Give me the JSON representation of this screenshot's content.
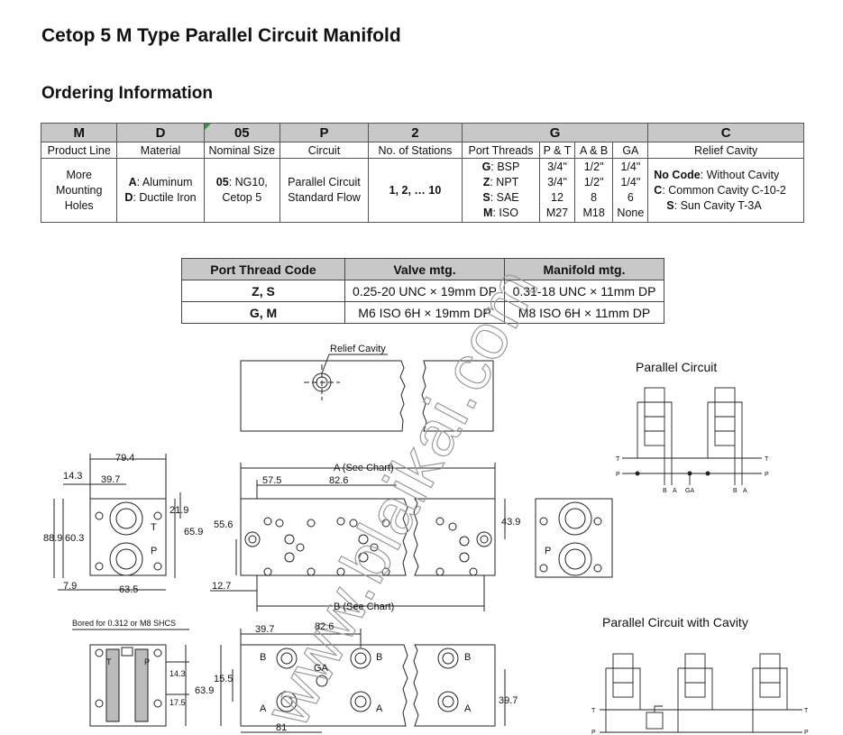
{
  "page": {
    "title": "Cetop 5 M Type Parallel Circuit Manifold",
    "subtitle": "Ordering Information"
  },
  "ordering_table": {
    "codes": [
      "M",
      "D",
      "05",
      "P",
      "2",
      "G",
      "C"
    ],
    "headers": [
      "Product Line",
      "Material",
      "Nominal Size",
      "Circuit",
      "No. of Stations",
      "Port Threads",
      "P & T",
      "A & B",
      "GA",
      "Relief Cavity"
    ],
    "product_line": [
      "More",
      "Mounting",
      "Holes"
    ],
    "material": [
      {
        "code": "A",
        "text": ": Aluminum"
      },
      {
        "code": "D",
        "text": ": Ductile Iron"
      }
    ],
    "nominal_size": [
      {
        "code": "05",
        "text": ": NG10,"
      },
      {
        "code": "",
        "text": "Cetop 5"
      }
    ],
    "circuit": [
      "Parallel Circuit",
      "Standard Flow"
    ],
    "stations": "1, 2, … 10",
    "port_threads": [
      {
        "code": "G",
        "text": ": BSP"
      },
      {
        "code": "Z",
        "text": ": NPT"
      },
      {
        "code": "S",
        "text": ": SAE"
      },
      {
        "code": "M",
        "text": ": ISO"
      }
    ],
    "pt": [
      "3/4\"",
      "3/4\"",
      "12",
      "M27"
    ],
    "ab": [
      "1/2\"",
      "1/2\"",
      "8",
      "M18"
    ],
    "ga": [
      "1/4\"",
      "1/4\"",
      "6",
      "None"
    ],
    "relief_cavity": [
      {
        "code": "No Code",
        "text": ": Without Cavity"
      },
      {
        "code": "C",
        "text": ": Common Cavity C-10-2"
      },
      {
        "code": "S",
        "text": ": Sun Cavity T-3A"
      }
    ]
  },
  "thread_table": {
    "headers": [
      "Port Thread Code",
      "Valve mtg.",
      "Manifold mtg."
    ],
    "rows": [
      [
        "Z, S",
        "0.25-20 UNC × 19mm DP",
        "0.31-18 UNC × 11mm DP"
      ],
      [
        "G, M",
        "M6 ISO 6H × 19mm DP",
        "M8 ISO 6H × 11mm DP"
      ]
    ]
  },
  "drawing": {
    "relief_cavity": "Relief Cavity",
    "a_chart": "A (See Chart)",
    "b_chart": "B (See Chart)",
    "dims_top": [
      "79.4",
      "14.3",
      "39.7",
      "21.9",
      "65.9",
      "88.9",
      "60.3",
      "7.9",
      "63.5",
      "57.5",
      "82.6",
      "55.6",
      "43.9",
      "12.7"
    ],
    "port_labels": [
      "T",
      "P",
      "B",
      "A",
      "GA"
    ],
    "bored_note": "Bored for 0.312 or M8 SHCS",
    "dims_bottom": [
      "39.7",
      "82.6",
      "15.5",
      "63.9",
      "14.3",
      "17.5",
      "81",
      "39.7"
    ],
    "parallel_circuit": "Parallel Circuit",
    "parallel_circuit_cavity": "Parallel Circuit with Cavity",
    "schematic_labels": [
      "T",
      "P",
      "B",
      "A",
      "GA",
      "B",
      "A"
    ]
  },
  "watermark": "www.blaikai.com"
}
